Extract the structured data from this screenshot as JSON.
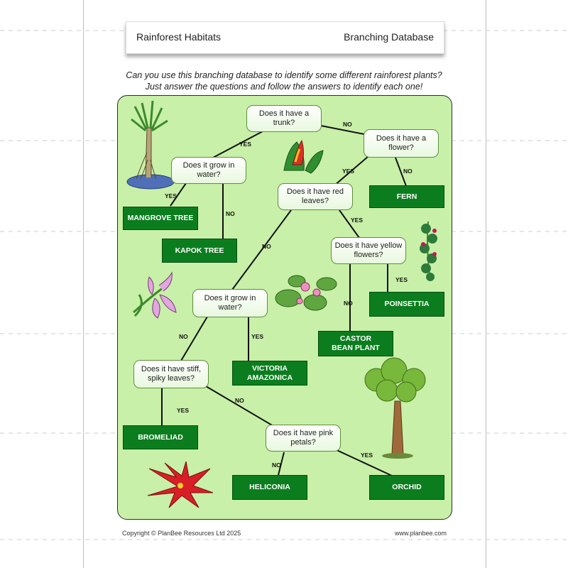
{
  "header": {
    "left_title": "Rainforest Habitats",
    "right_title": "Branching Database"
  },
  "intro": {
    "line1": "Can you use this branching database to identify some different rainforest plants?",
    "line2": "Just answer the questions and follow the answers to identify each one!"
  },
  "questions": {
    "trunk": "Does it have a trunk?",
    "flower": "Does it have a flower?",
    "water1": "Does it grow in water?",
    "red": "Does it have red leaves?",
    "yellow": "Does it have yellow flowers?",
    "water2": "Does it grow in water?",
    "spiky": "Does it have stiff, spiky leaves?",
    "pink": "Does it have pink petals?"
  },
  "answers": {
    "mangrove": "MANGROVE TREE",
    "kapok": "KAPOK TREE",
    "fern": "FERN",
    "poinsettia": "POINSETTIA",
    "castor": "CASTOR BEAN PLANT",
    "victoria": "VICTORIA AMAZONICA",
    "bromeliad": "BROMELIAD",
    "heliconia": "HELICONIA",
    "orchid": "ORCHID"
  },
  "branch_labels": {
    "yes": "YES",
    "no": "NO"
  },
  "footer": {
    "copyright": "Copyright © PlanBee Resources Ltd 2025",
    "website": "www.planbee.com"
  }
}
